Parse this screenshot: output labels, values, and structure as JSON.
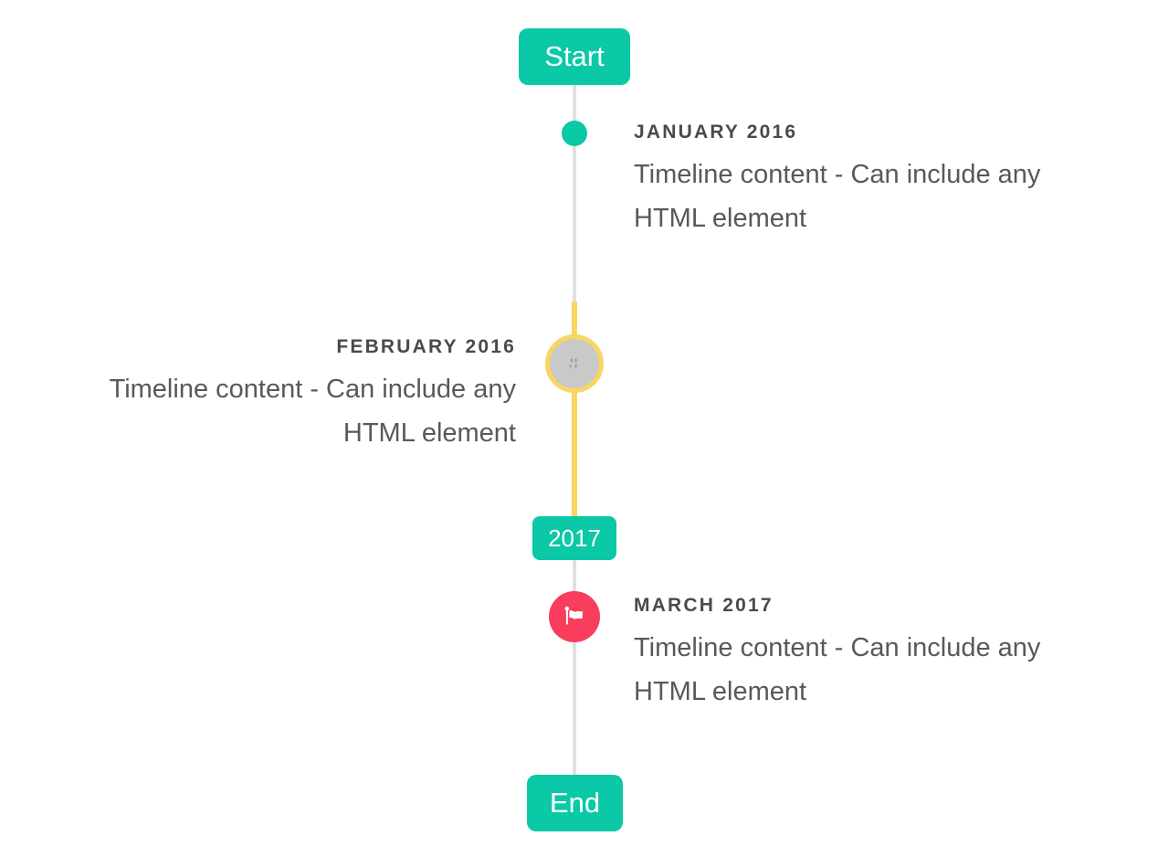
{
  "timeline": {
    "start_badge": "Start",
    "year_badge": "2017",
    "end_badge": "End",
    "entries": [
      {
        "title": "JANUARY 2016",
        "content_line1": "Timeline content - Can include any",
        "content_line2": "HTML element",
        "side": "right",
        "marker": "teal-dot"
      },
      {
        "title": "FEBRUARY 2016",
        "content_line1": "Timeline content - Can include any",
        "content_line2": "HTML element",
        "side": "left",
        "marker": "gray-circle-yellow-ring-with-broken-image"
      },
      {
        "title": "MARCH 2017",
        "content_line1": "Timeline content - Can include any",
        "content_line2": "HTML element",
        "side": "right",
        "marker": "red-flag"
      }
    ]
  },
  "colors": {
    "accent_teal": "#0bc8a6",
    "accent_yellow": "#f9d561",
    "accent_red": "#f93d5d",
    "line_gray": "#e0e0e0",
    "marker_gray_fill": "#c9c9c9",
    "title_text": "#4a4a4a",
    "content_text": "#595959",
    "badge_text": "#ffffff",
    "background": "#ffffff"
  }
}
